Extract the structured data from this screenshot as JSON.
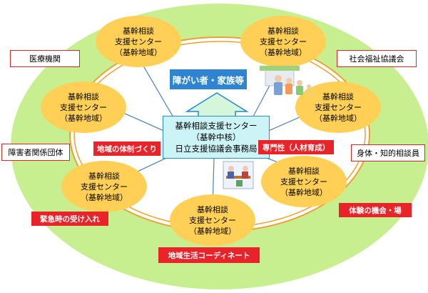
{
  "colors": {
    "outer_ring": "#c7ef90",
    "inner_field": "#ffffff",
    "ring_line": "#f0a030",
    "satellite_fill": "#ffd055",
    "connector": "#5a8ac0",
    "red_label": "#e8242a",
    "blue_label": "#2f84d2",
    "center_fill": "#ccf4f6",
    "center_border": "#2c8ec6",
    "arrow_fill": "#d6f6dc",
    "arrow_stroke": "#1c8ad6"
  },
  "target": {
    "label": "障がい者・家族等"
  },
  "center": {
    "text": "基幹相談支援センター\n（基幹中核）\n日立支援協議会事務局"
  },
  "satellites": [
    {
      "text": "基幹相談\n支援センター\n（基幹地域）"
    },
    {
      "text": "基幹相談\n支援センター\n（基幹地域）"
    },
    {
      "text": "基幹相談\n支援センター\n（基幹地域）"
    },
    {
      "text": "基幹相談\n支援センター\n（基幹地域）"
    },
    {
      "text": "基幹相談\n支援センター\n（基幹地域）"
    },
    {
      "text": "基幹相談\n支援センター\n（基幹地域）"
    },
    {
      "text": "基幹相談\n支援センター\n（基幹地域）"
    }
  ],
  "outer_partners": [
    {
      "label": "医療機関"
    },
    {
      "label": "社会福祉協議会"
    },
    {
      "label": "障害者関係団体"
    },
    {
      "label": "身体・知的相談員"
    }
  ],
  "functions": [
    {
      "label": "地域の体制づくり"
    },
    {
      "label": "専門性（人材育成）"
    },
    {
      "label": "緊急時の受け入れ"
    },
    {
      "label": "体験の機会・場"
    },
    {
      "label": "地域生活コーディネート"
    }
  ],
  "illustrations": [
    {
      "icon": "family-group-icon"
    },
    {
      "icon": "consultation-icon"
    }
  ]
}
